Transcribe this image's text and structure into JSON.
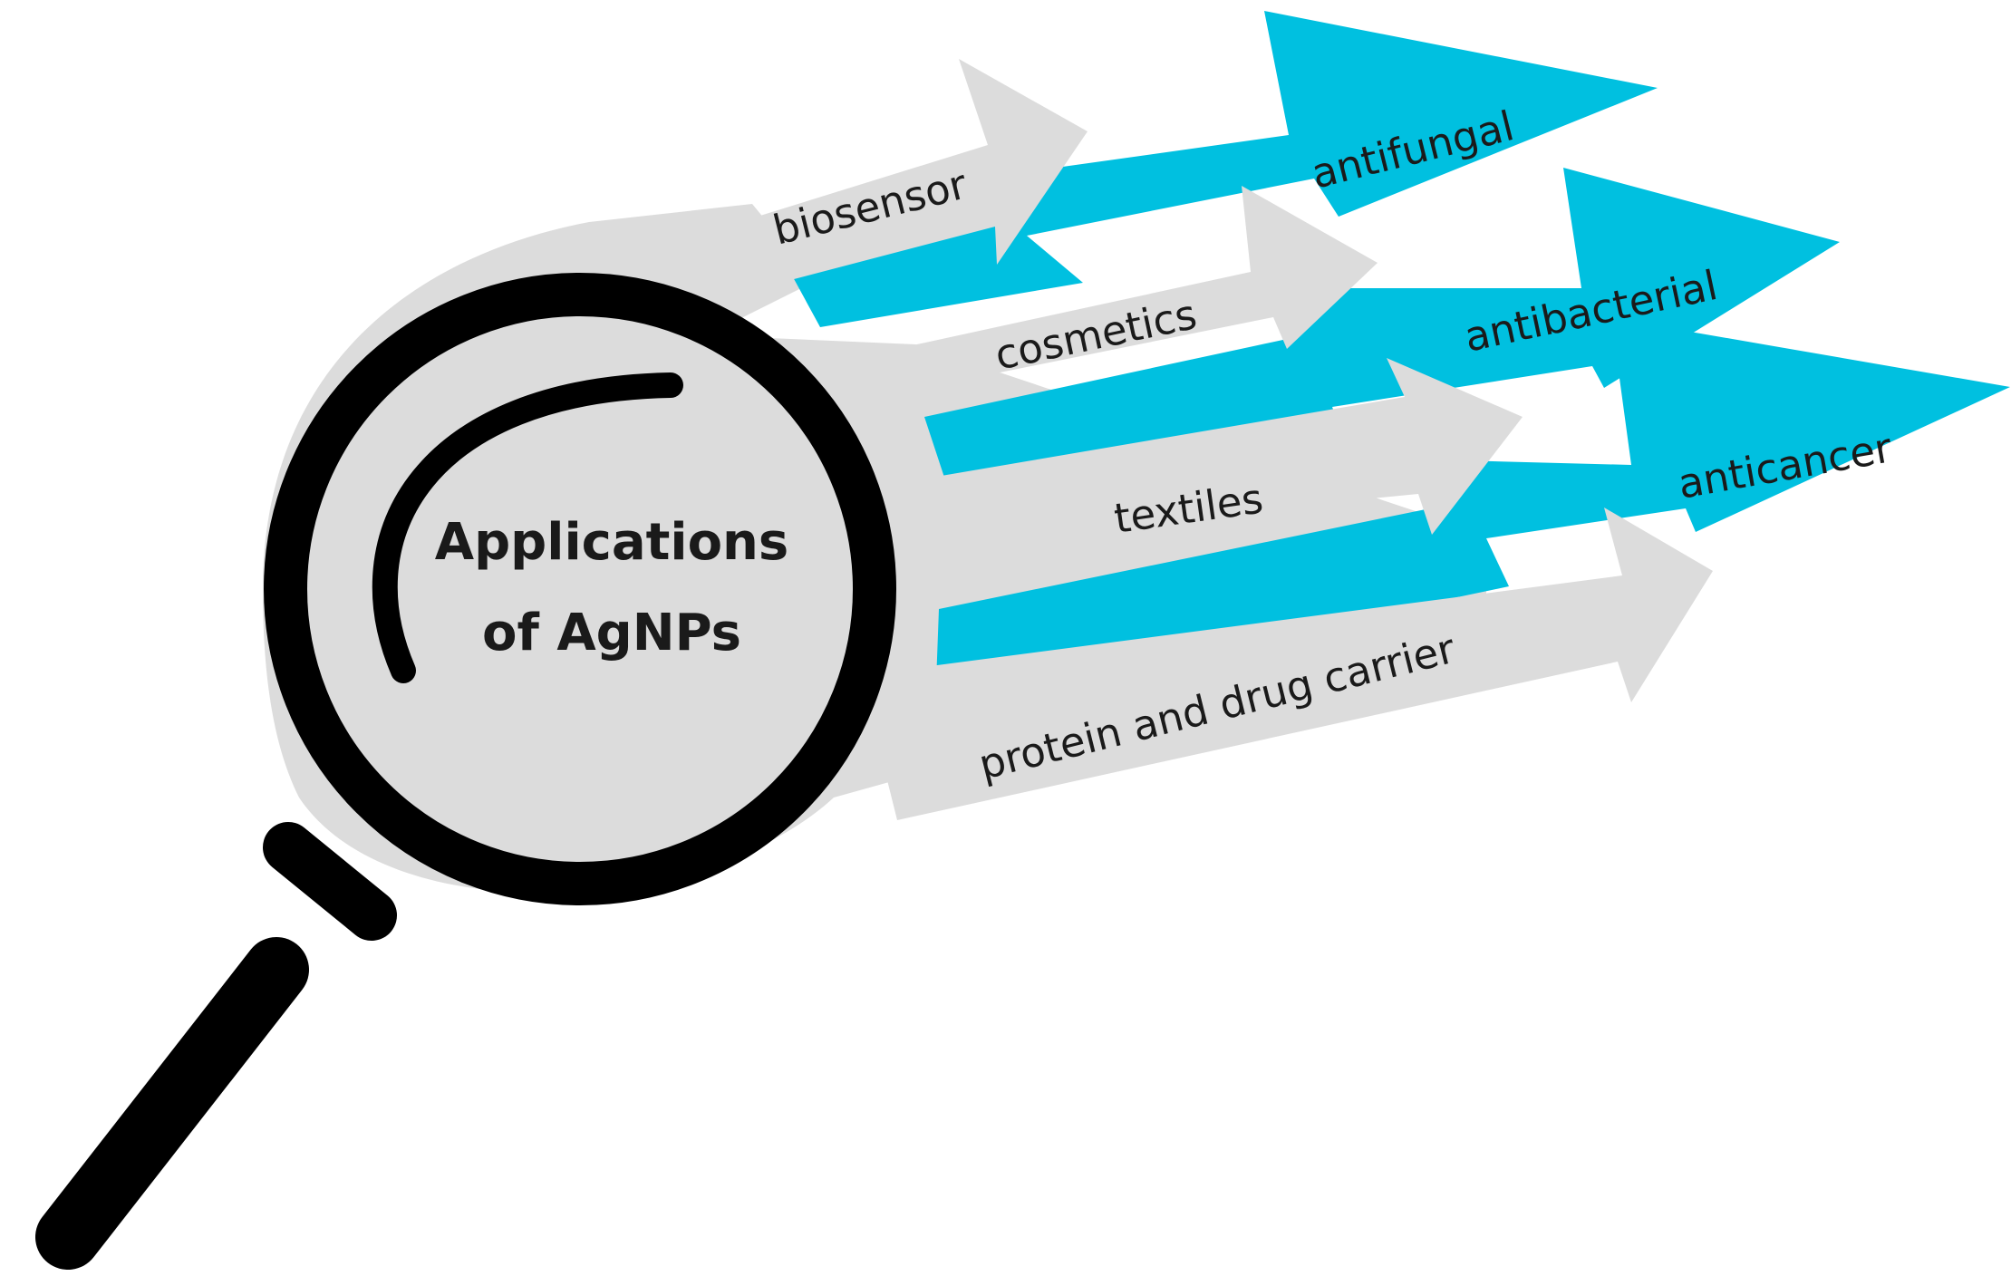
{
  "center": {
    "line1": "Applications",
    "line2": "of AgNPs"
  },
  "applications": {
    "biosensor": "biosensor",
    "cosmetics": "cosmetics",
    "textiles": "textiles",
    "protein_drug_carrier": "protein and drug carrier",
    "antifungal": "antifungal",
    "antibacterial": "antibacterial",
    "anticancer": "anticancer"
  },
  "colors": {
    "gray_arrow": "#dcdcdc",
    "blue_arrow": "#00c0e0",
    "lens_ring": "#000000",
    "lens_fill": "#dcdcdc",
    "text": "#1a1a1a"
  },
  "icons": {
    "magnifier": "magnifying-glass-icon"
  }
}
